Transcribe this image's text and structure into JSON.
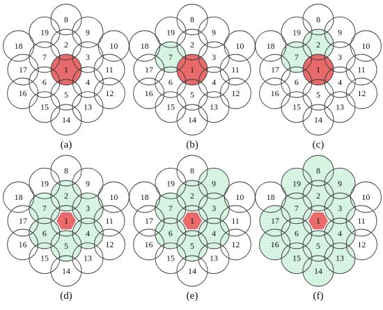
{
  "colors": {
    "stroke": "#3a3a3a",
    "red": "#e86a6a",
    "green": "#d9f5e4",
    "background": "#ffffff"
  },
  "cell_labels": [
    "1",
    "2",
    "3",
    "4",
    "5",
    "6",
    "7",
    "8",
    "9",
    "10",
    "11",
    "12",
    "13",
    "14",
    "15",
    "16",
    "17",
    "18",
    "19"
  ],
  "panels": [
    {
      "caption": "(a)",
      "red_cell": 1,
      "red_shape": "circle",
      "green_cells": []
    },
    {
      "caption": "(b)",
      "red_cell": 1,
      "red_shape": "circle",
      "green_cells": [
        7
      ]
    },
    {
      "caption": "(c)",
      "red_cell": 1,
      "red_shape": "circle",
      "green_cells": [
        2,
        7
      ]
    },
    {
      "caption": "(d)",
      "red_cell": 1,
      "red_shape": "hexagon",
      "green_cells": [
        2,
        3,
        4,
        5,
        6,
        7
      ]
    },
    {
      "caption": "(e)",
      "red_cell": 1,
      "red_shape": "hexagon",
      "green_cells": [
        2,
        3,
        4,
        5,
        6,
        7,
        9
      ]
    },
    {
      "caption": "(f)",
      "red_cell": 1,
      "red_shape": "hexagon",
      "green_cells": [
        2,
        3,
        4,
        5,
        6,
        7,
        8,
        9,
        13,
        14,
        15,
        16,
        17,
        19
      ]
    }
  ]
}
